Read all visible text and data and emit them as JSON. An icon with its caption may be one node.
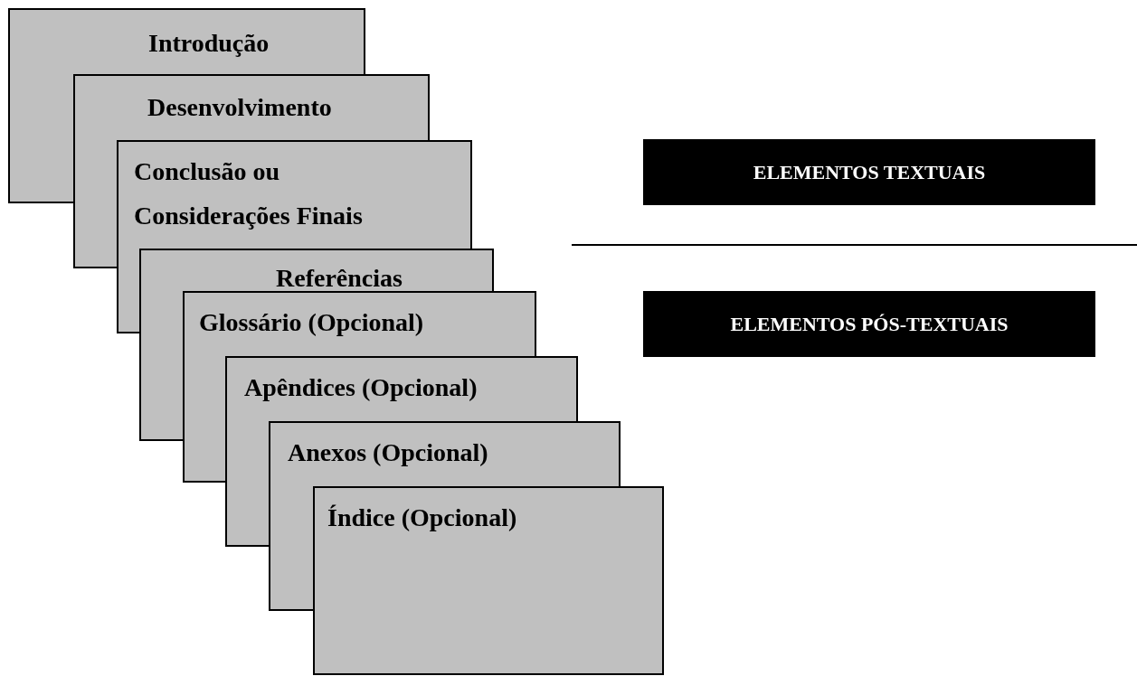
{
  "diagram": {
    "nodes": [
      {
        "text": [
          "Introdução"
        ]
      },
      {
        "text": [
          "Desenvolvimento"
        ]
      },
      {
        "text": [
          "Conclusão ou Considerações Finais"
        ]
      },
      {
        "text": [
          "Referências"
        ]
      },
      {
        "text": [
          "Glossário (Opcional)"
        ]
      },
      {
        "text": [
          "Apêndices (Opcional)"
        ]
      },
      {
        "text": [
          "Anexos (Opcional)"
        ]
      },
      {
        "text": [
          "Índice (Opcional)"
        ]
      },
      {
        "text": [
          "ELEMENTOS TEXTUAIS"
        ]
      },
      {
        "text": [
          "ELEMENTOS PÓS-TEXTUAIS"
        ]
      }
    ],
    "edges": []
  }
}
